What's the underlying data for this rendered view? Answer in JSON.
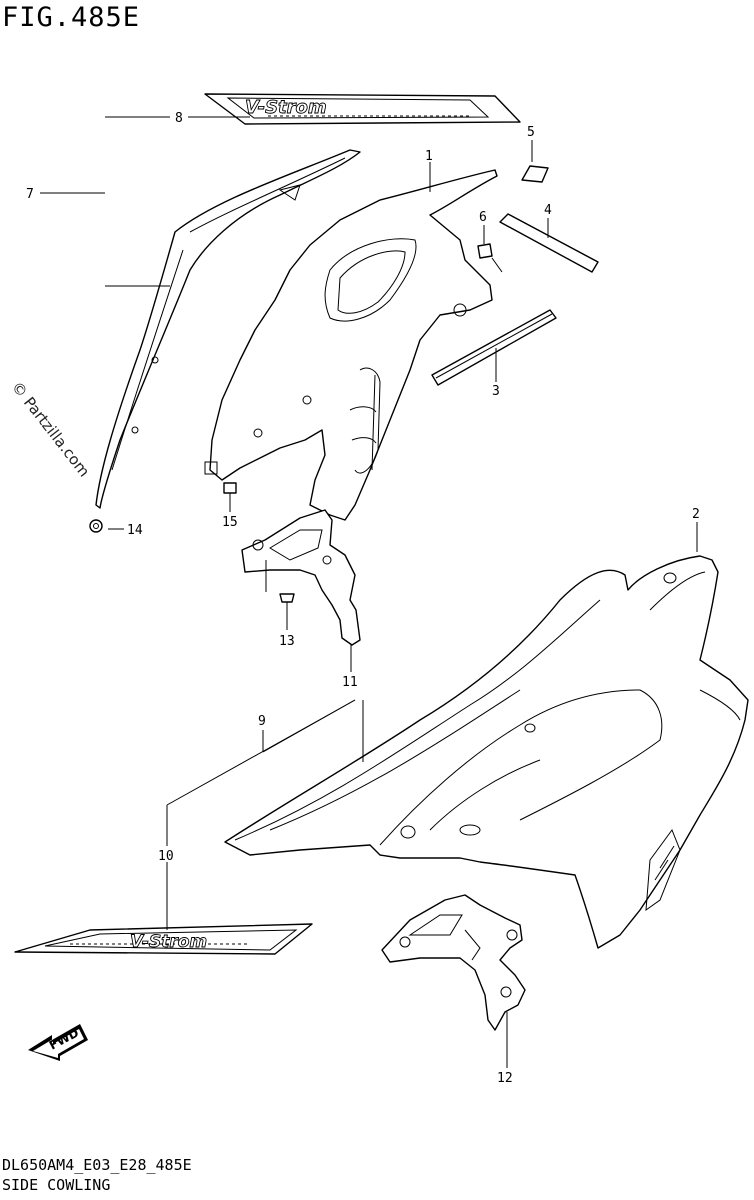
{
  "figure": {
    "title": "FIG.485E"
  },
  "footer": {
    "code": "DL650AM4_E03_E28_485E",
    "name": "SIDE COWLING"
  },
  "watermark": "© Partzilla.com",
  "decal_text": "V-Strom",
  "fwd_label": "FWD",
  "callouts": {
    "c1": "1",
    "c2": "2",
    "c3": "3",
    "c4": "4",
    "c5": "5",
    "c6": "6",
    "c7": "7",
    "c8": "8",
    "c9": "9",
    "c10": "10",
    "c11": "11",
    "c12": "12",
    "c13": "13",
    "c14": "14",
    "c15": "15"
  }
}
